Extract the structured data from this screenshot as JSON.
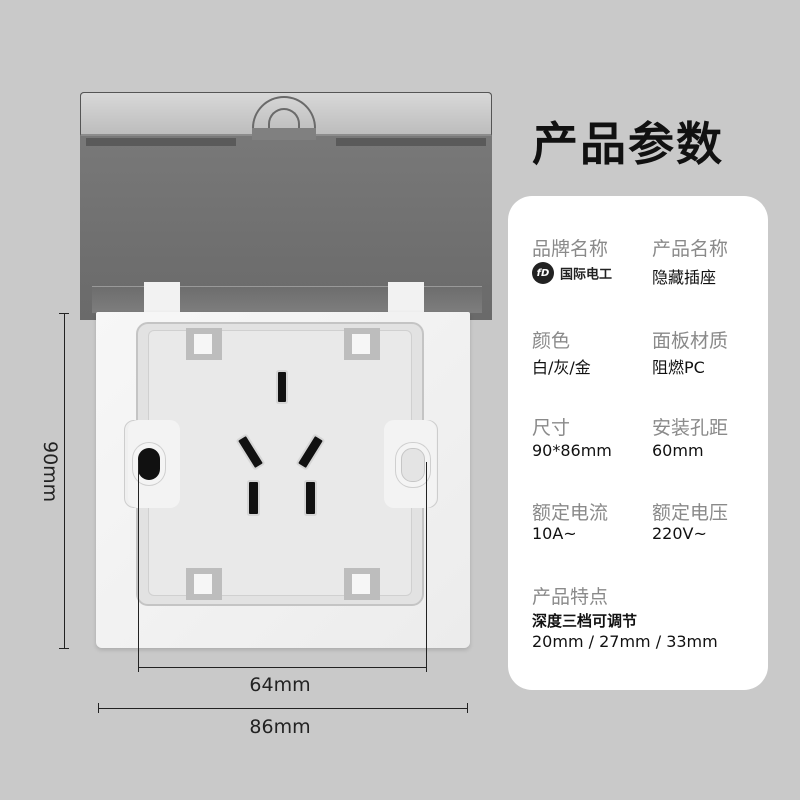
{
  "illustration": {
    "height_dimension": "90mm",
    "inner_width_dimension": "64mm",
    "outer_width_dimension": "86mm"
  },
  "specs": {
    "heading": "产品参数",
    "brand": {
      "label": "品牌名称",
      "logo_text": "fD",
      "value": "国际电工"
    },
    "product_name": {
      "label": "产品名称",
      "value": "隐藏插座"
    },
    "color": {
      "label": "颜色",
      "value": "白/灰/金"
    },
    "panel_material": {
      "label": "面板材质",
      "value": "阻燃PC"
    },
    "size": {
      "label": "尺寸",
      "value": "90*86mm"
    },
    "hole_spacing": {
      "label": "安装孔距",
      "value": "60mm"
    },
    "rated_current": {
      "label": "额定电流",
      "value": "10A~"
    },
    "rated_voltage": {
      "label": "额定电压",
      "value": "220V~"
    },
    "features": {
      "label": "产品特点",
      "title": "深度三档可调节",
      "depths": "20mm / 27mm / 33mm"
    }
  },
  "colors": {
    "background": "#c9c9c9",
    "card": "#ffffff",
    "lid": "#727272",
    "label_gray": "#8a8a8a"
  }
}
